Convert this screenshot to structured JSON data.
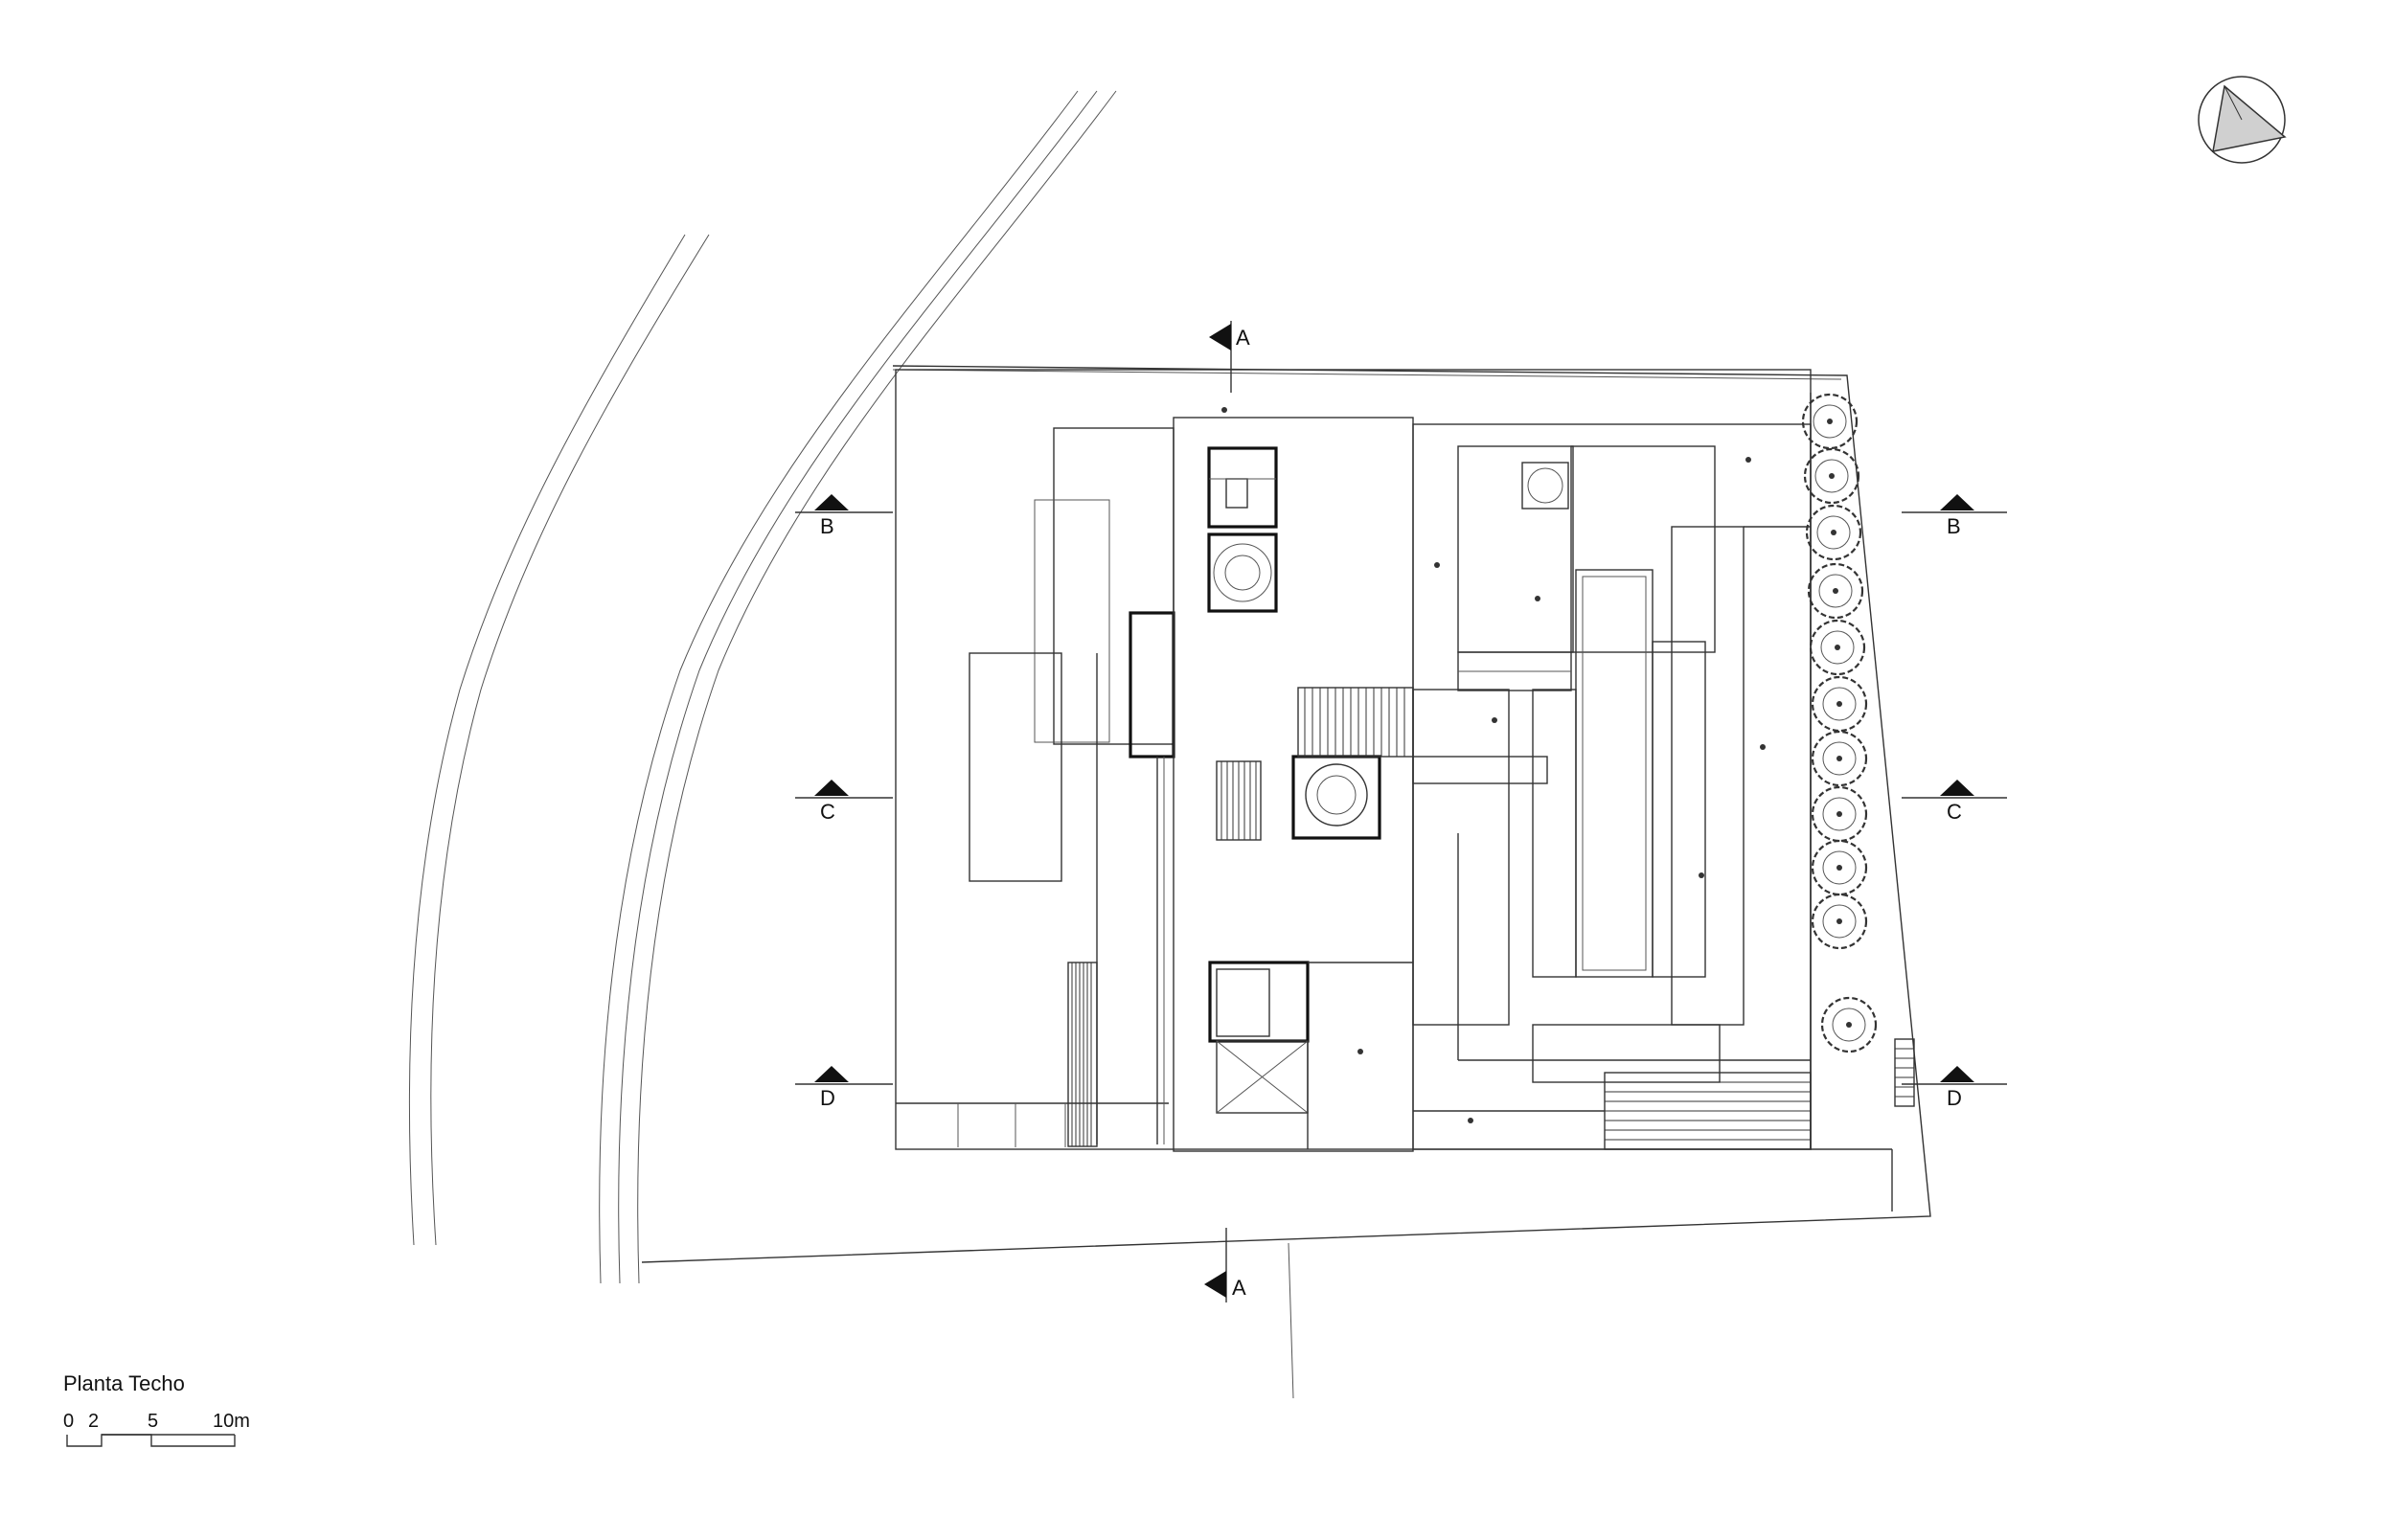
{
  "drawing": {
    "title": "Planta Techo",
    "section_markers": {
      "a_top": "A",
      "a_bottom": "A",
      "b_left": "B",
      "b_right": "B",
      "c_left": "C",
      "c_right": "C",
      "d_left": "D",
      "d_right": "D"
    },
    "scale_bar": {
      "labels": [
        "0",
        "2",
        "5",
        "10m"
      ]
    },
    "north_arrow": "north-arrow-icon",
    "trees_row_count": 11,
    "colors": {
      "line": "#333333",
      "background": "#ffffff",
      "north_fill": "#d0d0d0"
    }
  }
}
